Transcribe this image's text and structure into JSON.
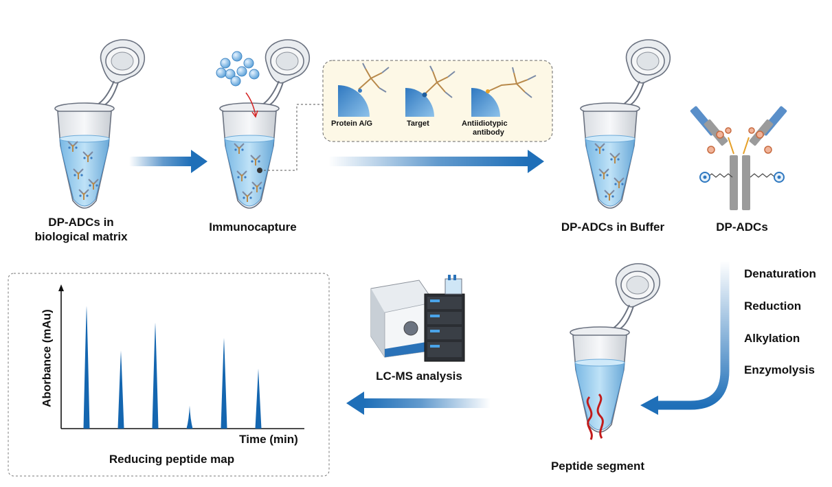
{
  "labels": {
    "tube1": "DP-ADCs in biological matrix",
    "tube1_line1": "DP-ADCs in",
    "tube1_line2": "biological matrix",
    "tube2": "Immunocapture",
    "tube3": "DP-ADCs in Buffer",
    "antibody": "DP-ADCs",
    "peptide": "Peptide segment",
    "lcms": "LC-MS analysis",
    "map_title": "Reducing peptide map"
  },
  "inset": {
    "protein_ag": "Protein A/G",
    "target": "Target",
    "anti_line1": "Antiidiotypic",
    "anti_line2": "antibody"
  },
  "steps": [
    "Denaturation",
    "Reduction",
    "Alkylation",
    "Enzymolysis"
  ],
  "chart": {
    "ylabel": "Aborbance (mAu)",
    "xlabel": "Time (min)"
  },
  "chart_data": {
    "type": "area",
    "ylabel": "Aborbance (mAu)",
    "xlabel": "Time (min)",
    "title": "Reducing peptide map",
    "peaks": [
      0.96,
      0.61,
      0.83,
      0.18,
      0.71,
      0.47
    ],
    "grid": false,
    "ticks": false
  },
  "colors": {
    "arrow_blue": "#1f6fb8",
    "liquid_blue": "#9fd0ef",
    "peak_blue": "#1466b0",
    "inset_bg": "#fdf8e6",
    "peptide_red": "#c21a1a"
  },
  "icons": [
    "eppendorf-tube-icon",
    "bead-icon",
    "antibody-icon",
    "lc-ms-instrument-icon"
  ]
}
